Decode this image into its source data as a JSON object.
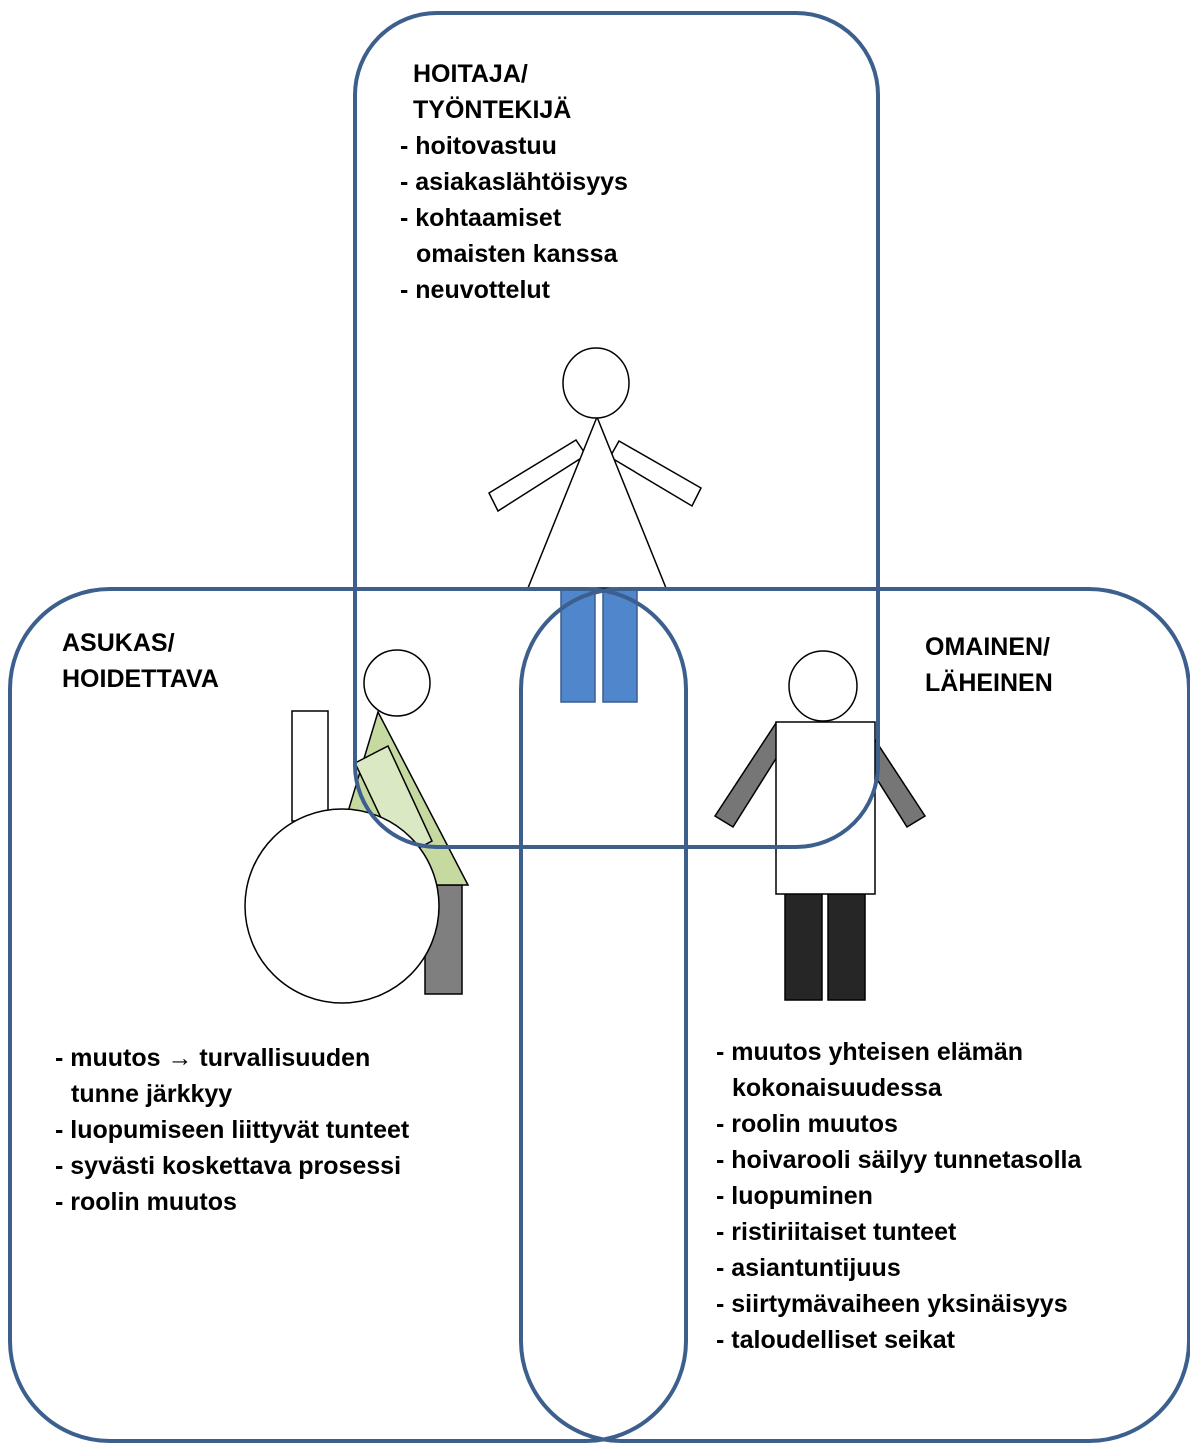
{
  "colors": {
    "border": "#3c5f8e",
    "outline": "#000000",
    "nurse_legs": "#4f86cc",
    "resident_shirt": "#c6d9a0",
    "resident_shirt_inner": "#dbe8c4",
    "resident_legs": "#7f7f7f",
    "relative_arms": "#767676",
    "relative_legs": "#262626"
  },
  "hoitaja": {
    "title_lines": [
      "HOITAJA/",
      "TYÖNTEKIJÄ"
    ],
    "items": [
      [
        "- hoitovastuu"
      ],
      [
        "- asiakaslähtöisyys"
      ],
      [
        "- kohtaamiset",
        "omaisten kanssa"
      ],
      [
        "- neuvottelut"
      ]
    ]
  },
  "asukas": {
    "title_lines": [
      "ASUKAS/",
      "HOIDETTAVA"
    ],
    "items": [
      [
        "- muutos → turvallisuuden",
        "tunne järkkyy"
      ],
      [
        "- luopumiseen liittyvät tunteet"
      ],
      [
        "- syvästi koskettava prosessi"
      ],
      [
        "- roolin muutos"
      ]
    ]
  },
  "omainen": {
    "title_lines": [
      "OMAINEN/",
      "LÄHEINEN"
    ],
    "items": [
      [
        "- muutos yhteisen elämän",
        "kokonaisuudessa"
      ],
      [
        "- roolin muutos"
      ],
      [
        "- hoivarooli säilyy tunnetasolla"
      ],
      [
        "- luopuminen"
      ],
      [
        "- ristiriitaiset tunteet"
      ],
      [
        "- asiantuntijuus"
      ],
      [
        "- siirtymävaiheen yksinäisyys"
      ],
      [
        "- taloudelliset seikat"
      ]
    ]
  }
}
